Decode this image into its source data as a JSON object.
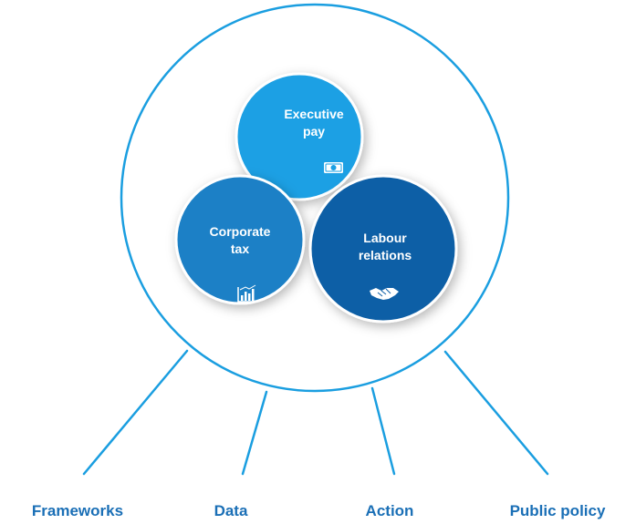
{
  "colors": {
    "outline": "#1a9ee0",
    "executive_pay": "#1aa0e4",
    "corporate_tax": "#1c80c6",
    "labour_relations": "#0d5fa6",
    "label_text": "#1a6fb6"
  },
  "circles": {
    "executive_pay": {
      "line1": "Executive",
      "line2": "pay",
      "icon": "money-bill-icon"
    },
    "corporate_tax": {
      "line1": "Corporate",
      "line2": "tax",
      "icon": "bar-chart-icon"
    },
    "labour_relations": {
      "line1": "Labour",
      "line2": "relations",
      "icon": "handshake-icon"
    }
  },
  "labels": {
    "frameworks": "Frameworks",
    "data": "Data",
    "action": "Action",
    "public_policy": "Public policy"
  }
}
